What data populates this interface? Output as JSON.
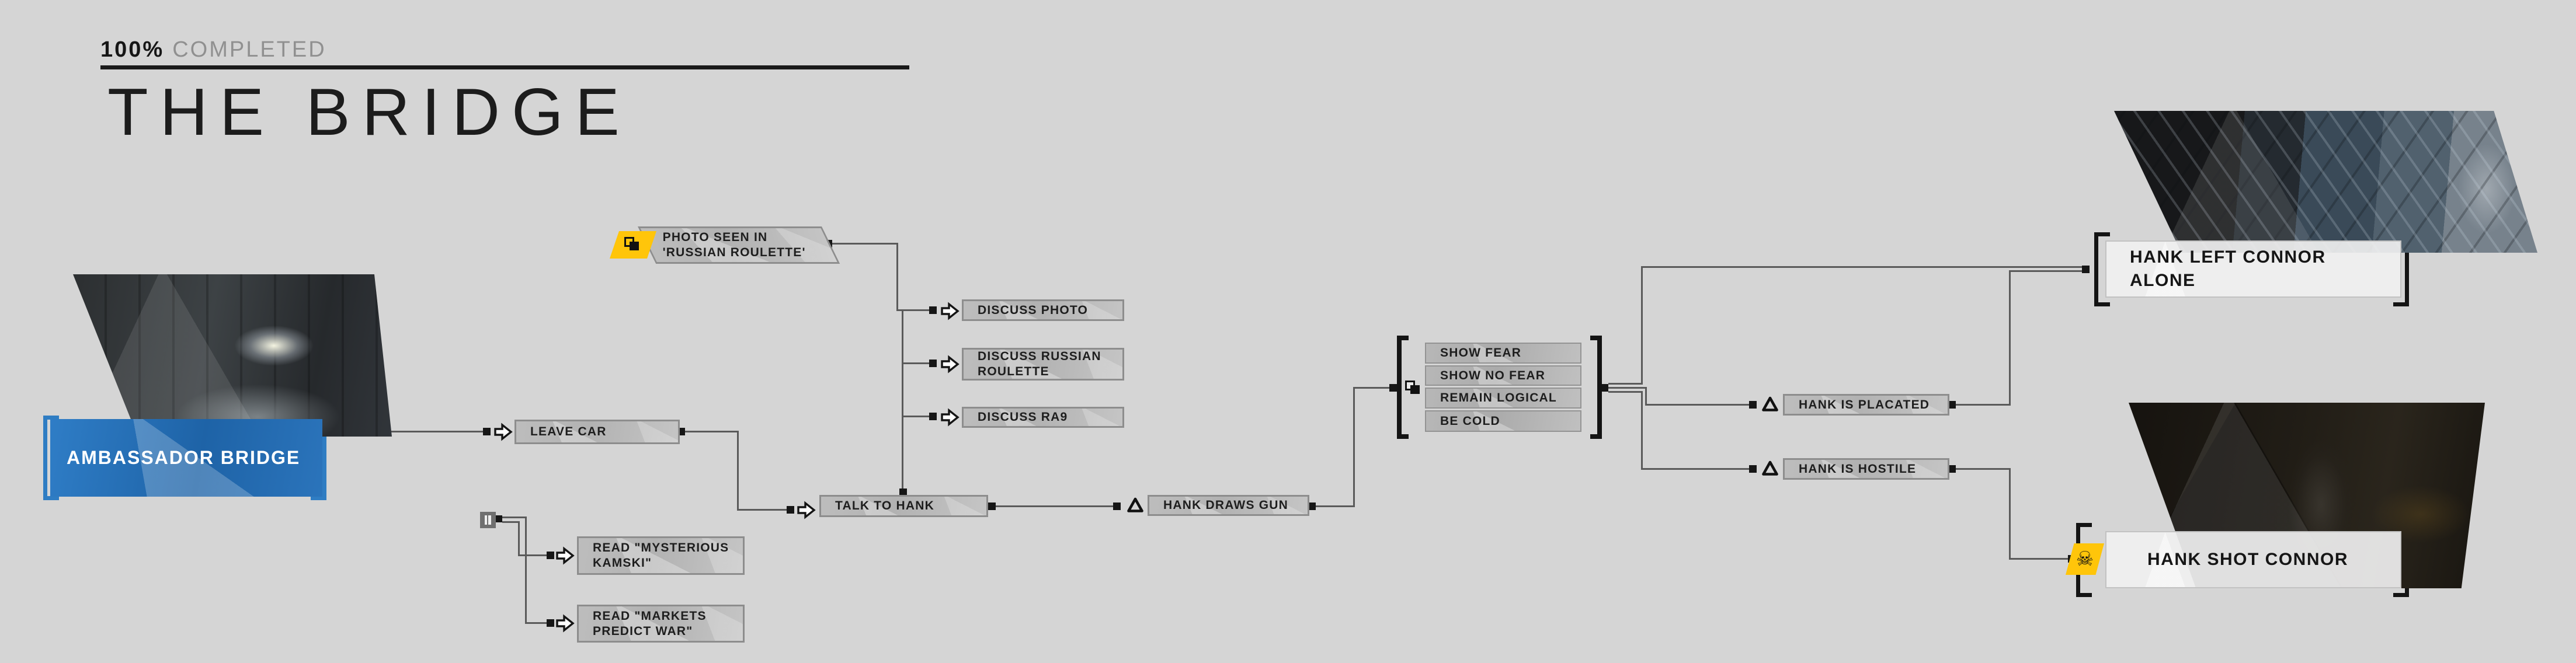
{
  "header": {
    "percent": "100%",
    "completed_label": "COMPLETED",
    "chapter_title": "THE BRIDGE"
  },
  "start_node": {
    "label": "AMBASSADOR BRIDGE"
  },
  "nodes": {
    "leave_car": "LEAVE CAR",
    "photo_seen": "PHOTO SEEN IN 'RUSSIAN ROULETTE'",
    "discuss_photo": "DISCUSS PHOTO",
    "discuss_russian_roulette": "DISCUSS RUSSIAN ROULETTE",
    "discuss_ra9": "DISCUSS RA9",
    "talk_to_hank": "TALK TO HANK",
    "read_mysterious_kamski": "READ \"MYSTERIOUS KAMSKI\"",
    "read_markets_predict_war": "READ \"MARKETS PREDICT WAR\"",
    "hank_draws_gun": "HANK DRAWS GUN",
    "hank_is_placated": "HANK IS PLACATED",
    "hank_is_hostile": "HANK IS HOSTILE"
  },
  "choice_list": {
    "items": [
      "SHOW FEAR",
      "SHOW NO FEAR",
      "REMAIN LOGICAL",
      "BE COLD"
    ]
  },
  "endings": {
    "hank_left_connor_alone": "HANK LEFT CONNOR ALONE",
    "hank_shot_connor": "HANK SHOT CONNOR"
  },
  "icons": {
    "skull": "☠",
    "action_arrow": "action-arrow-icon",
    "event_triangle": "event-triangle-icon",
    "choice": "choice-icon",
    "magazine": "magazine-icon",
    "cross_chapter_photo": "cross-chapter-photo-icon",
    "death_skull": "death-skull-icon"
  },
  "colors": {
    "background": "#d5d5d5",
    "accent_blue": "#2f7dc3",
    "highlight_yellow": "#ffc50a",
    "connector_line": "#5a5a5a",
    "node_border": "#8d8d8d"
  }
}
